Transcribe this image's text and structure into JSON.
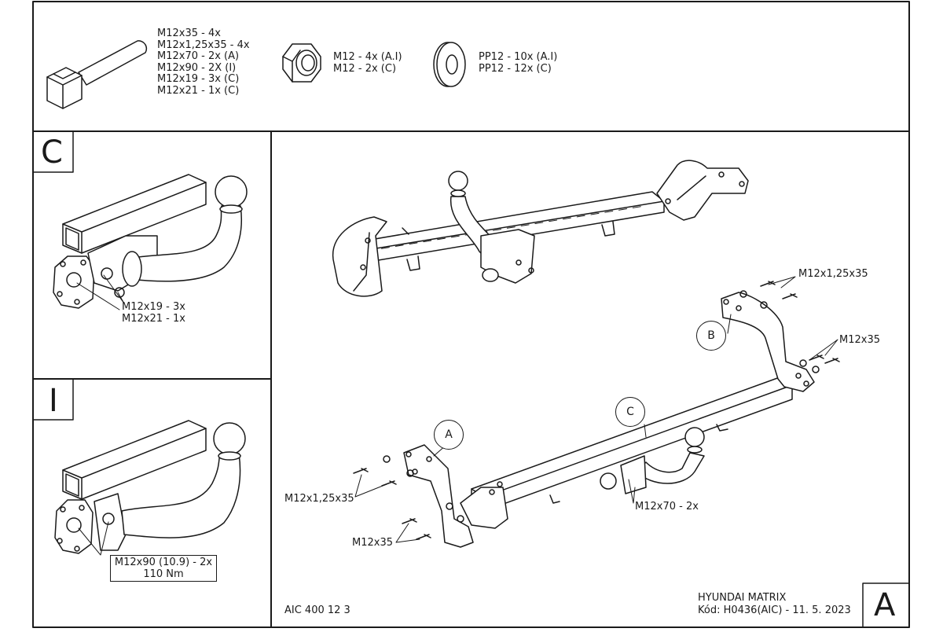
{
  "parts": {
    "bolt": [
      "M12x35 - 4x",
      "M12x1,25x35 - 4x",
      "M12x70 - 2x (A)",
      "M12x90 - 2X (I)",
      "M12x19 - 3x (C)",
      "M12x21 - 1x (C)"
    ],
    "nut": [
      "M12 - 4x (A.I)",
      "M12 - 2x (C)"
    ],
    "washer": [
      "PP12 - 10x (A.I)",
      "PP12 - 12x (C)"
    ]
  },
  "panel_c": {
    "letter": "C",
    "labels": [
      "M12x19 - 3x",
      "M12x21 - 1x"
    ]
  },
  "panel_i": {
    "letter": "I",
    "labels": [
      "M12x90 (10.9) - 2x",
      "110 Nm"
    ]
  },
  "main": {
    "callouts": {
      "a": "A",
      "b": "B",
      "c": "C"
    },
    "labels": {
      "top_right_bolts": "M12x1,25x35",
      "right_bolts": "M12x35",
      "left_bolts_top": "M12x1,25x35",
      "left_bolts_bottom": "M12x35",
      "ball_bolts": "M12x70 - 2x"
    }
  },
  "footer": {
    "code": "AIC 400 12 3",
    "vehicle": "HYUNDAI MATRIX",
    "doc": "Kód: H0436(AIC) - 11. 5. 2023",
    "sheet_letter": "A"
  }
}
